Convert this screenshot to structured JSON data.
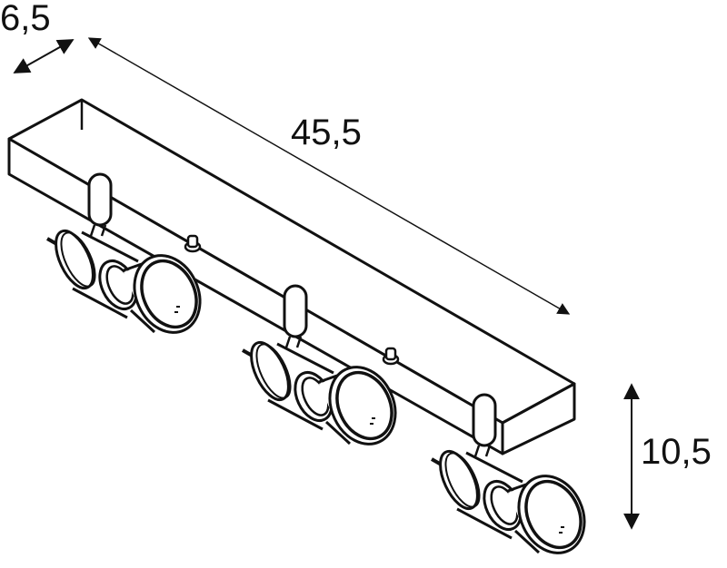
{
  "drawing": {
    "subject": "3-spot ceiling light rail",
    "spot_count": 3,
    "screw_count": 2,
    "line_color": "#111111",
    "background": "#ffffff"
  },
  "dimensions": {
    "depth": {
      "label": "6,5"
    },
    "length": {
      "label": "45,5"
    },
    "height": {
      "label": "10,5"
    }
  }
}
